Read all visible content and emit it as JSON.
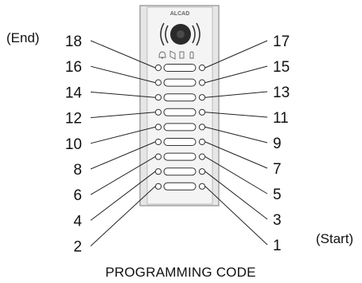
{
  "brand": "ALCAD",
  "labels": {
    "end": "(End)",
    "start": "(Start)",
    "caption": "PROGRAMMING CODE"
  },
  "left_numbers": [
    "18",
    "16",
    "14",
    "12",
    "10",
    "8",
    "6",
    "4",
    "2"
  ],
  "right_numbers": [
    "17",
    "15",
    "13",
    "11",
    "9",
    "7",
    "5",
    "3",
    "1"
  ],
  "colors": {
    "panel": "#f2f2f2",
    "panel_border": "#9a9a9a",
    "line": "#222222"
  },
  "icons": [
    "speaker-icon",
    "camera-icon",
    "bell-icon",
    "door-icon",
    "key-icon",
    "hand-icon"
  ]
}
